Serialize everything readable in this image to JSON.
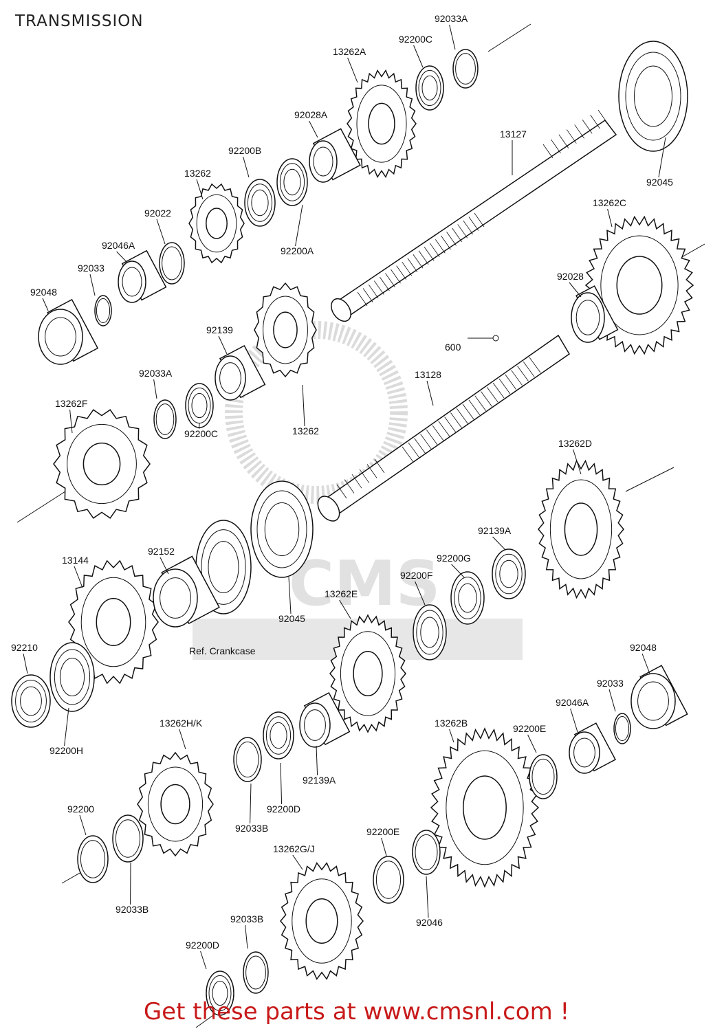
{
  "title": "TRANSMISSION",
  "promo": "Get these parts at www.cmsnl.com !",
  "watermark_text": "CMS",
  "reference_note": "Ref. Crankcase",
  "labels": [
    "92033A",
    "92200C",
    "13262A",
    "92028A",
    "92200B",
    "13262",
    "92022",
    "92046A",
    "92033",
    "92048",
    "13127",
    "92045",
    "92200A",
    "13262C",
    "92028",
    "92139",
    "92033A",
    "600",
    "13262F",
    "13128",
    "13262",
    "92200C",
    "13262D",
    "92139A",
    "92152",
    "13144",
    "92200G",
    "92200F",
    "13262E",
    "92045",
    "92210",
    "92048",
    "92033",
    "92046A",
    "92200H",
    "13262H/K",
    "92139A",
    "13262B",
    "92200E",
    "92200D",
    "92033B",
    "92200",
    "92200E",
    "13262G/J",
    "92033B",
    "92046",
    "92033B",
    "92200D"
  ]
}
